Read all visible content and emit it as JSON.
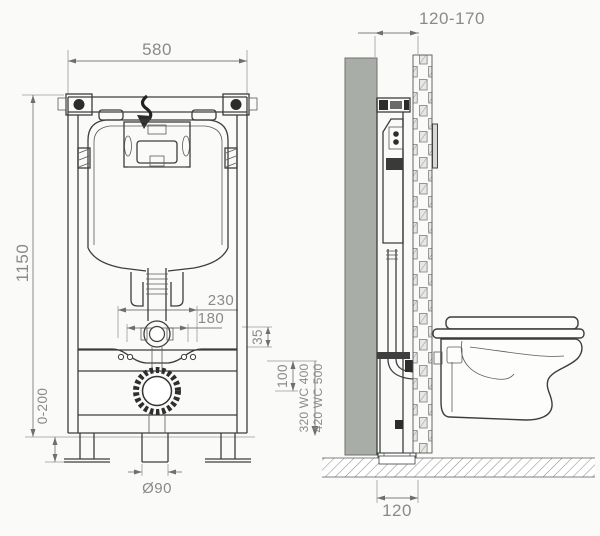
{
  "front_view": {
    "width": "580",
    "height": "1150",
    "foot_adjust_range": "0-200",
    "flush_pipe_upper": "230",
    "flush_pipe_lower": "180",
    "offset_small": "35",
    "outlet_offset": "100",
    "drain_diameter": "Ø90",
    "wc400_height_label": "320 WC 400",
    "wc500_height_label": "420 WC 500"
  },
  "side_view": {
    "installation_depth_range": "120-170",
    "frame_depth": "120"
  },
  "colors": {
    "wall_fill": "#a9ada7",
    "line": "#3d3d3d",
    "dim": "#8a8a8a",
    "background": "#fafaf8"
  }
}
